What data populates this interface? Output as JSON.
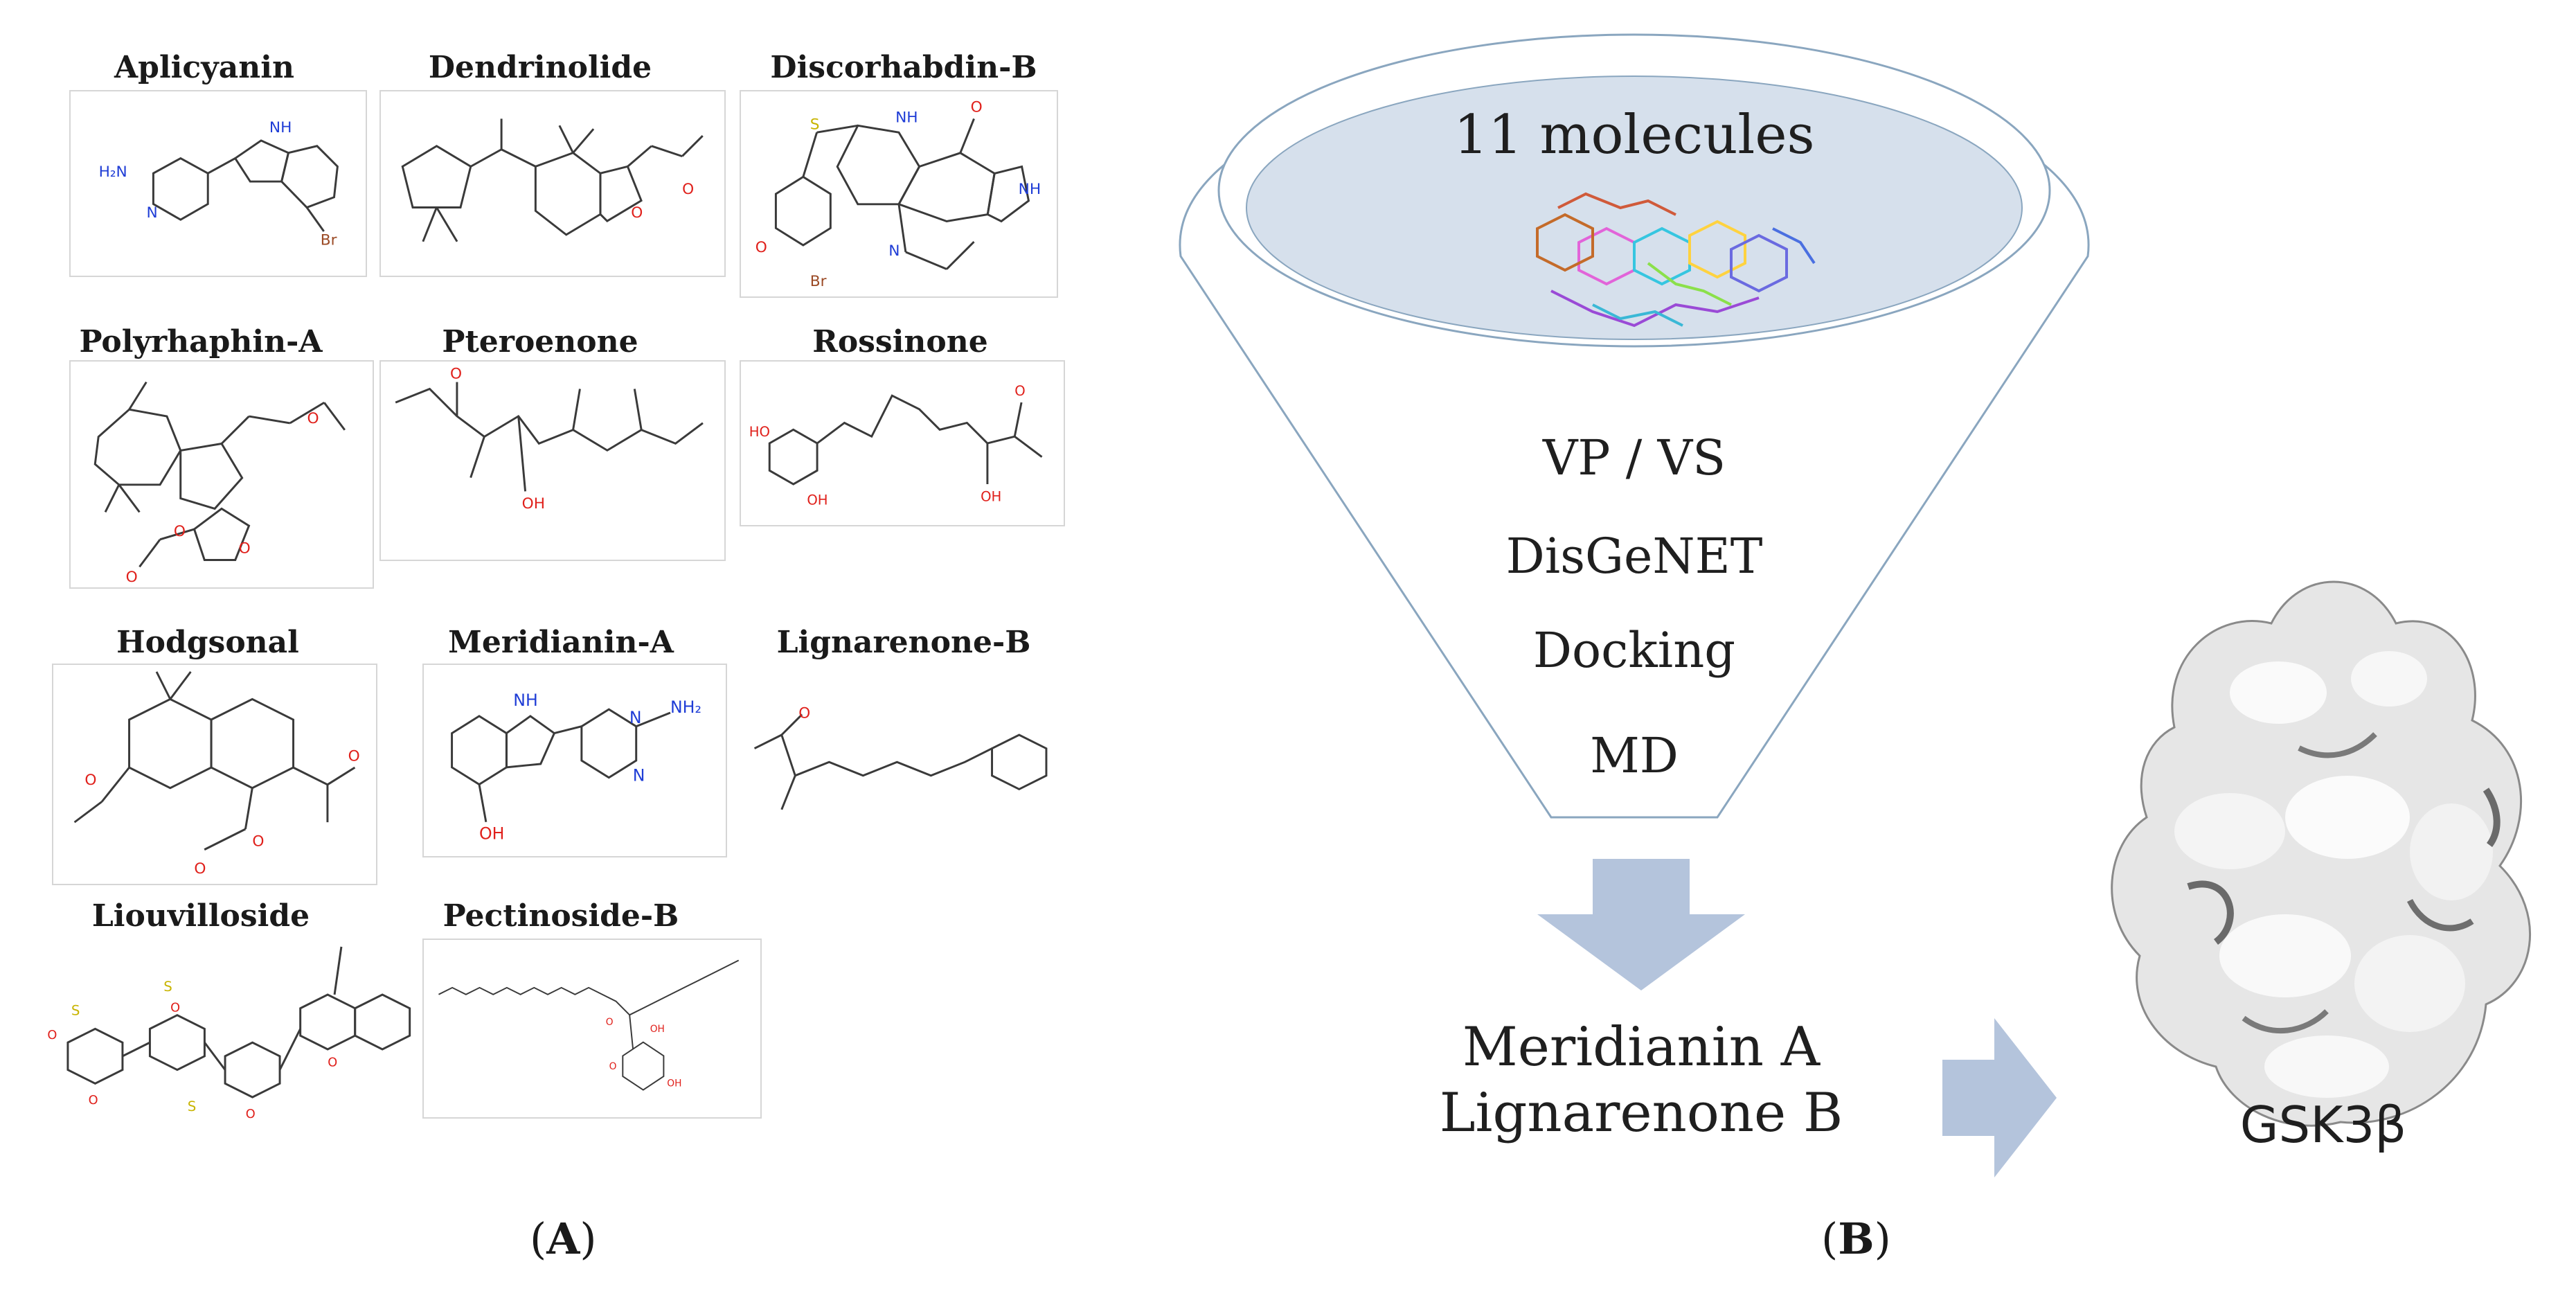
{
  "panel_a": {
    "label_paren_open": "(",
    "label_letter": "A",
    "label_paren_close": ")",
    "molecules": [
      {
        "name": "Aplicyanin"
      },
      {
        "name": "Dendrinolide"
      },
      {
        "name": "Discorhabdin-B"
      },
      {
        "name": "Polyrhaphin-A"
      },
      {
        "name": "Pteroenone"
      },
      {
        "name": "Rossinone"
      },
      {
        "name": "Hodgsonal"
      },
      {
        "name": "Meridianin-A"
      },
      {
        "name": "Lignarenone-B"
      },
      {
        "name": "Liouvilloside"
      },
      {
        "name": "Pectinoside-B"
      }
    ],
    "atom_labels": {
      "nh": "NH",
      "h2n": "H₂N",
      "nh2": "NH₂",
      "n": "N",
      "br": "Br",
      "o": "O",
      "oh": "OH",
      "ho": "HO",
      "s": "S"
    }
  },
  "panel_b": {
    "label_paren_open": "(",
    "label_letter": "B",
    "label_paren_close": ")",
    "funnel_title": "11 molecules",
    "steps": [
      "VP / VS",
      "DisGeNET",
      "Docking",
      "MD"
    ],
    "result_line1": "Meridianin A",
    "result_line2": "Lignarenone B",
    "protein_label": "GSK3β"
  },
  "colors": {
    "funnel_stroke": "#8aa6bf",
    "funnel_fill_top": "#d6e0ec",
    "arrow_fill": "#b4c4dc",
    "nitrogen": "#1f3dd6",
    "oxygen": "#e0201b",
    "bromine": "#9b4a25",
    "sulfur": "#c8b400",
    "bond": "#3a3a3a"
  }
}
